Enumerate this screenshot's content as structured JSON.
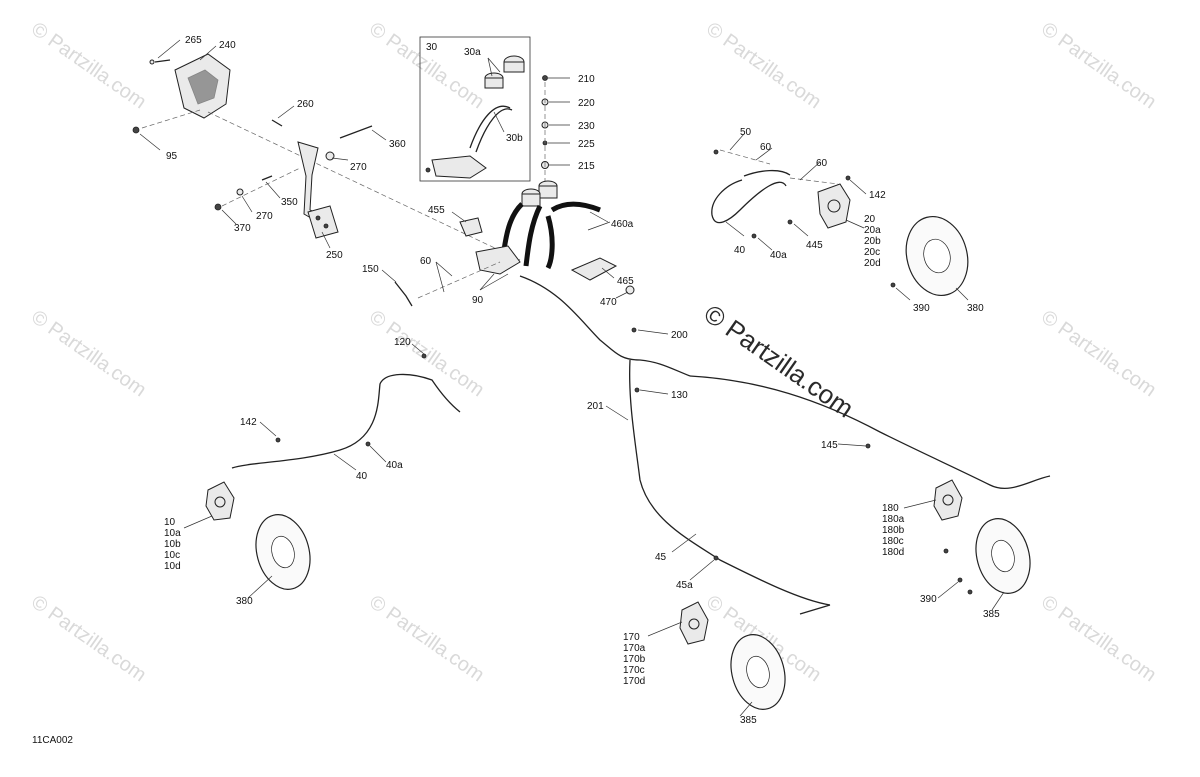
{
  "diagram_code": "11CA002",
  "watermark_text": "© Partzilla.com",
  "center_watermark_text": "© Partzilla.com",
  "callouts": {
    "c265": "265",
    "c240": "240",
    "c260": "260",
    "c95": "95",
    "c270a": "270",
    "c360": "360",
    "c350": "350",
    "c270b": "270",
    "c370": "370",
    "c250": "250",
    "c30": "30",
    "c30a": "30a",
    "c30b": "30b",
    "c210": "210",
    "c220": "220",
    "c230": "230",
    "c225": "225",
    "c215": "215",
    "c455": "455",
    "c460a": "460a",
    "c465": "465",
    "c470": "470",
    "c150": "150",
    "c60a": "60",
    "c90": "90",
    "c50": "50",
    "c60b": "60",
    "c60c": "60",
    "c142a": "142",
    "c40a_right": "40",
    "c40a_right_a": "40a",
    "c445": "445",
    "c20": "20",
    "c20a": "20a",
    "c20b": "20b",
    "c20c": "20c",
    "c20d": "20d",
    "c390a": "390",
    "c380a": "380",
    "c200": "200",
    "c130": "130",
    "c201": "201",
    "c145": "145",
    "c120": "120",
    "c142b": "142",
    "c40_left": "40",
    "c40a_left": "40a",
    "c10": "10",
    "c10a": "10a",
    "c10b": "10b",
    "c10c": "10c",
    "c10d": "10d",
    "c380b": "380",
    "c45": "45",
    "c45a": "45a",
    "c170": "170",
    "c170a": "170a",
    "c170b": "170b",
    "c170c": "170c",
    "c170d": "170d",
    "c385a": "385",
    "c180": "180",
    "c180a": "180a",
    "c180b": "180b",
    "c180c": "180c",
    "c180d": "180d",
    "c390b": "390",
    "c385b": "385"
  }
}
